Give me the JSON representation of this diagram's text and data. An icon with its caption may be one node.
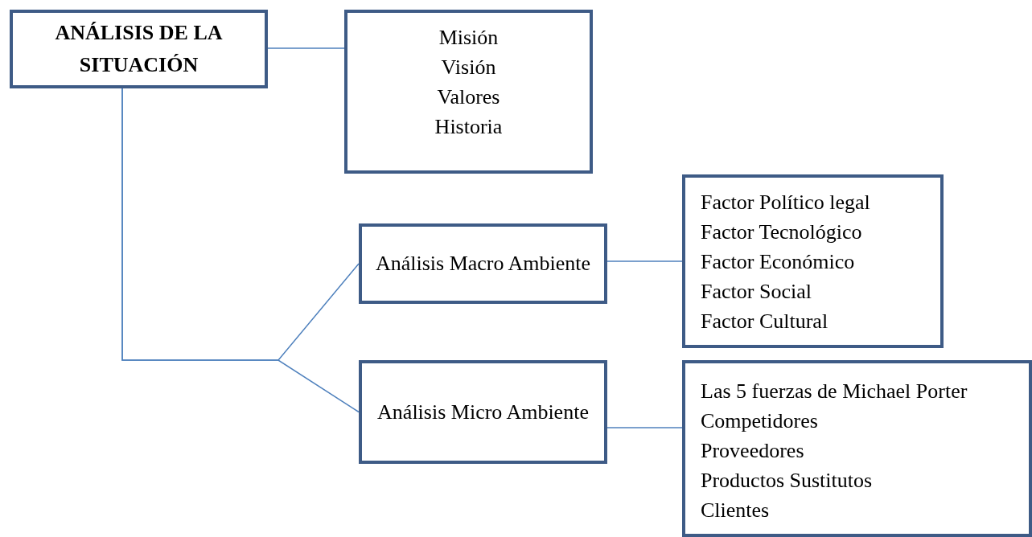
{
  "diagram": {
    "nodes": [
      {
        "text": [
          "ANÁLISIS DE LA SITUACIÓN"
        ]
      },
      {
        "text": [
          "Misión",
          "Visión",
          "Valores",
          "Historia"
        ]
      },
      {
        "text": [
          "Análisis Macro Ambiente"
        ]
      },
      {
        "text": [
          "Factor Político legal",
          "Factor Tecnológico",
          "Factor Económico",
          "Factor Social",
          "Factor Cultural"
        ]
      },
      {
        "text": [
          "Análisis Micro Ambiente"
        ]
      },
      {
        "text": [
          "Las 5 fuerzas de Michael Porter",
          "Competidores",
          "Proveedores",
          "Productos Sustitutos",
          "Clientes"
        ]
      }
    ],
    "edges": [
      {
        "from": 0,
        "to": 1,
        "arrow": "none"
      },
      {
        "from": 0,
        "to": 2,
        "arrow": "none"
      },
      {
        "from": 0,
        "to": 4,
        "arrow": "none"
      },
      {
        "from": 2,
        "to": 3,
        "arrow": "none"
      },
      {
        "from": 4,
        "to": 5,
        "arrow": "none"
      }
    ]
  }
}
